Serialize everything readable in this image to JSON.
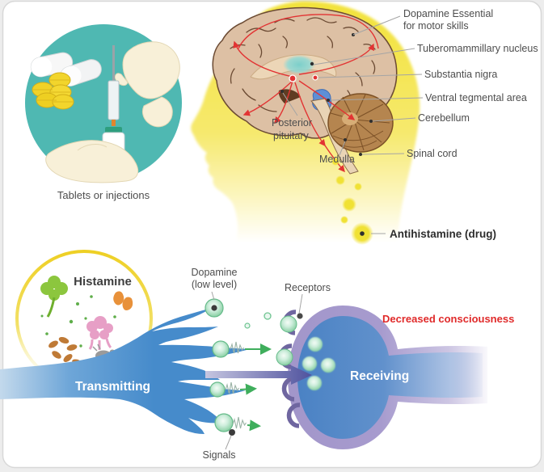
{
  "panel_tablets": {
    "caption": "Tablets or injections",
    "icons": [
      "capsule-icon",
      "tablet-icon",
      "syringe-icon",
      "vial-icon",
      "hand-icon"
    ]
  },
  "brain_panel": {
    "labels": {
      "dopamine_line1": "Dopamine Essential",
      "dopamine_line2": "for motor skills",
      "tuberomammillary": "Tuberomammillary nucleus",
      "substantia_nigra": "Substantia nigra",
      "ventral_tegmental": "Ventral tegmental area",
      "cerebellum": "Cerebellum",
      "spinal_cord": "Spinal cord",
      "posterior_pituitary_line1": "Posterior",
      "posterior_pituitary_line2": "pituitary",
      "medulla": "Medulla"
    },
    "antihistamine_label": "Antihistamine (drug)"
  },
  "synapse_panel": {
    "histamine_label": "Histamine",
    "transmitting_label": "Transmitting",
    "receiving_label": "Receiving",
    "dopamine_line1": "Dopamine",
    "dopamine_line2": "(low level)",
    "receptors_label": "Receptors",
    "signals_label": "Signals",
    "status_label": "Decreased consciousness",
    "allergen_icons": [
      "clover-icon",
      "pollen-dots-icon",
      "peanut-icon",
      "coral-allergen-icon",
      "bean-cluster-icon",
      "dust-mite-icon"
    ]
  },
  "colors": {
    "teal_circle": "#4fb8b2",
    "head_yellow": "#f4e43e",
    "transmitting_blue": "#4a8fce",
    "receiving_outer_purple": "#a296ca",
    "receiving_inner_blue": "#4a82c4",
    "dopamine_green": "#8fd4a8",
    "signal_arrow_green": "#3fae5c",
    "alert_red": "#e02a2a",
    "pathway_red": "#e23333",
    "label_grey": "#4d4d4d",
    "tablet_yellow": "#f2d52c"
  }
}
